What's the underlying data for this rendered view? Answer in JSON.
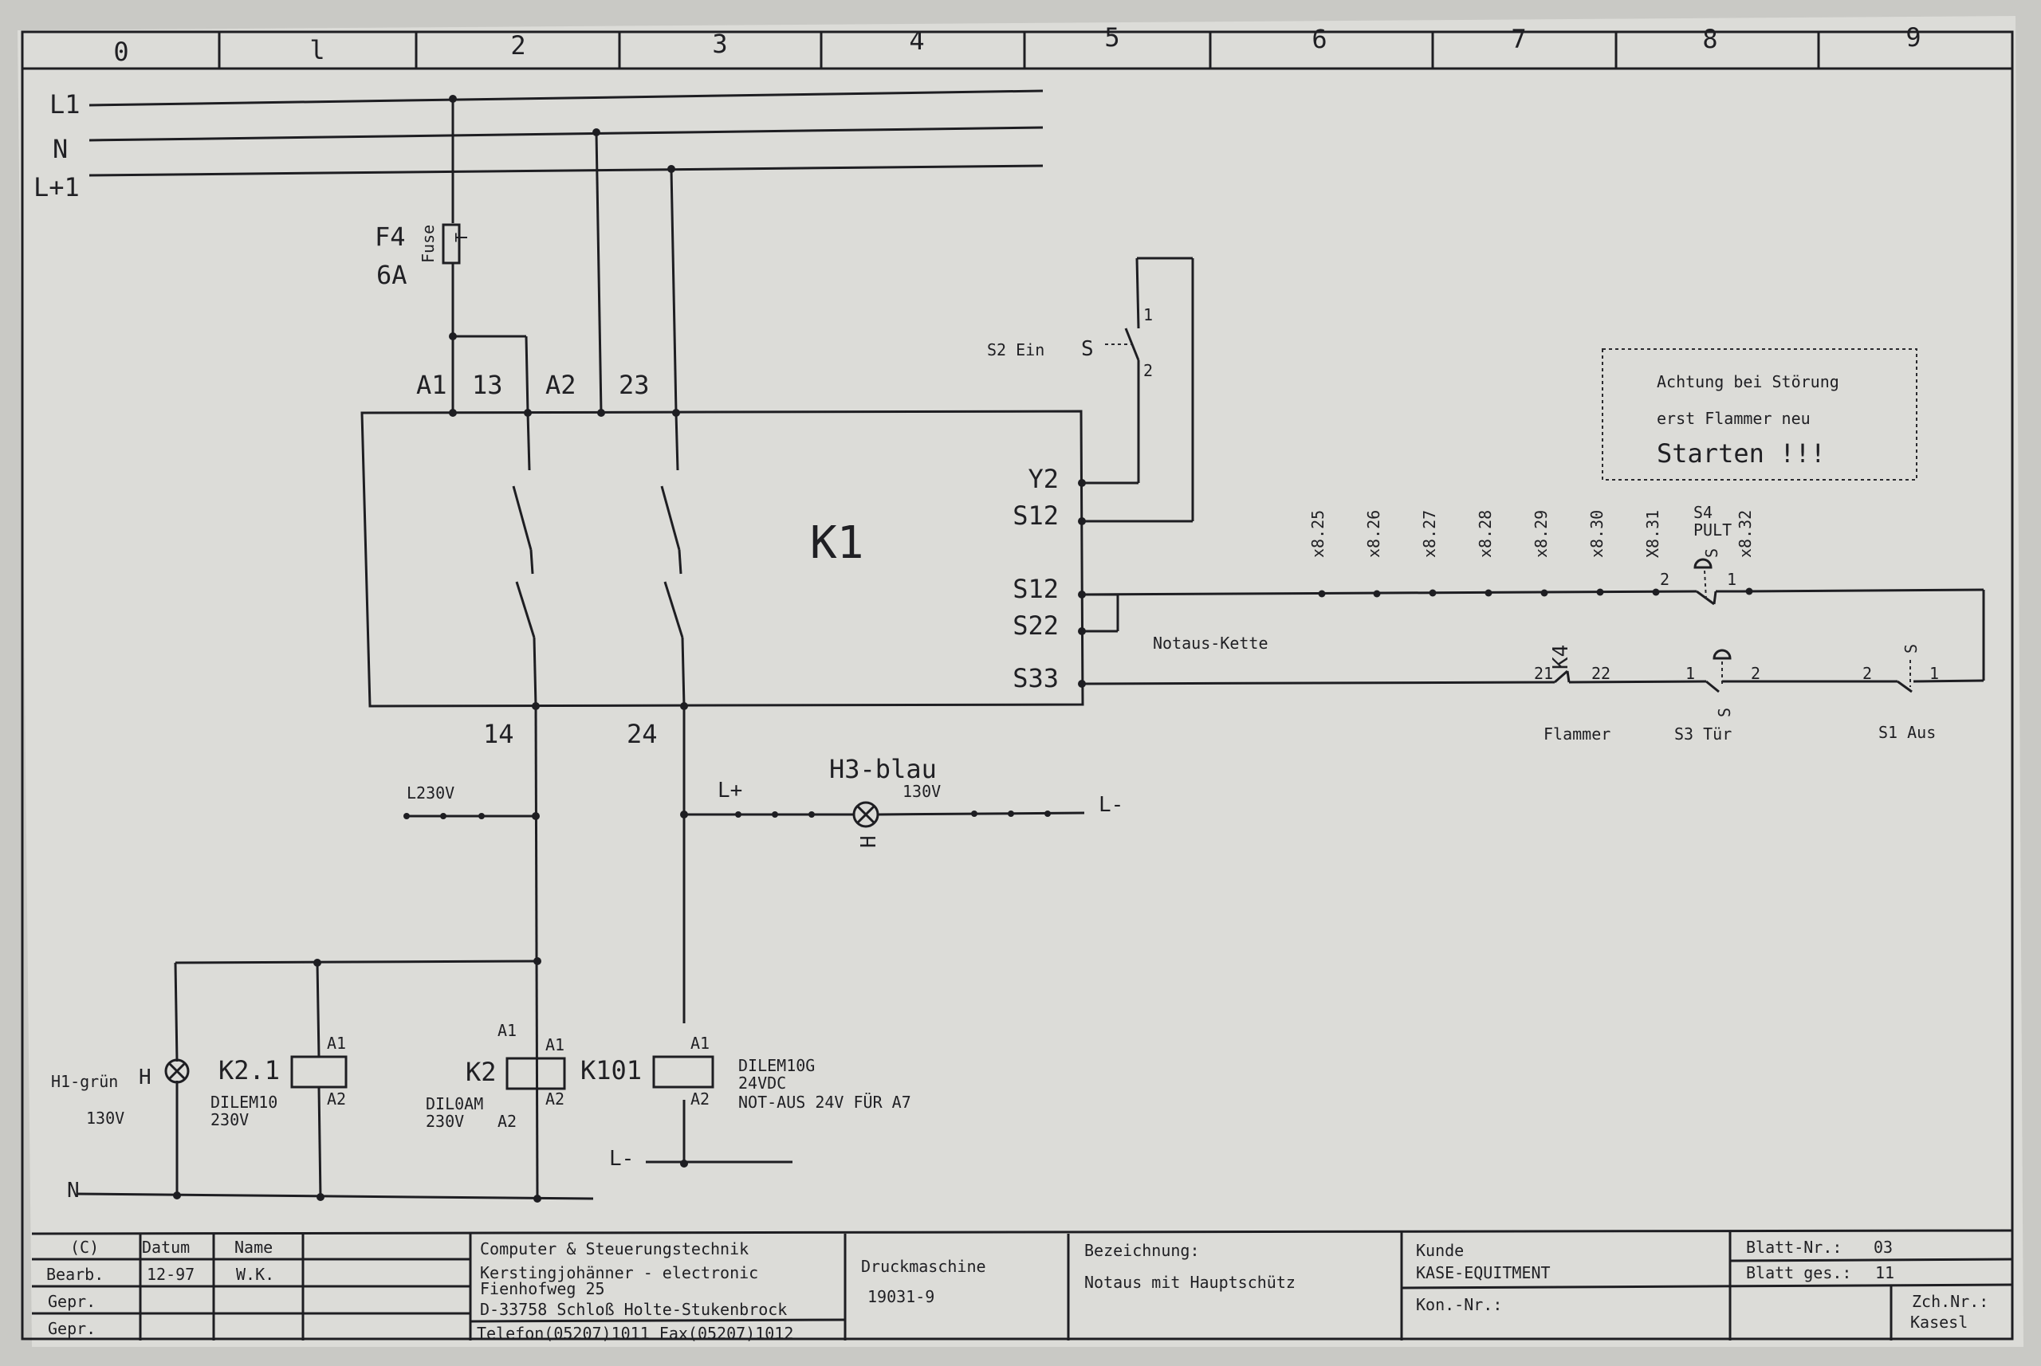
{
  "columns": [
    "0",
    "l",
    "2",
    "3",
    "4",
    "5",
    "6",
    "7",
    "8",
    "9"
  ],
  "rails": {
    "l1": "L1",
    "n": "N",
    "lp1": "L+1"
  },
  "fuse": {
    "id": "F4",
    "rating": "6A",
    "type": "Fuse",
    "code": "T"
  },
  "k1": {
    "name": "K1",
    "top_terminals": [
      "A1",
      "13",
      "A2",
      "23"
    ],
    "bottom_terminals": [
      "14",
      "24"
    ],
    "side_terminals": [
      "Y2",
      "S12",
      "S12",
      "S22",
      "S33"
    ]
  },
  "s2": {
    "label": "S2 Ein",
    "symbol": "S",
    "pin1": "1",
    "pin2": "2"
  },
  "note": {
    "line1": "Achtung bei Störung",
    "line2": "erst Flammer neu",
    "line3": "Starten !!!"
  },
  "terminals_x8": [
    "x8.25",
    "x8.26",
    "x8.27",
    "x8.28",
    "x8.29",
    "x8.30",
    "X8.31",
    "x8.32"
  ],
  "s4": {
    "line1": "S4",
    "line2": "PULT",
    "symbol": "S",
    "pin_left": "2",
    "pin_right": "1"
  },
  "notaus": "Notaus-Kette",
  "k4": {
    "label": "K4",
    "pin_left": "21",
    "pin_right": "22",
    "caption": "Flammer"
  },
  "s3": {
    "pin_left": "1",
    "pin_right": "2",
    "symbol": "S",
    "caption": "S3 Tür"
  },
  "s1": {
    "pin_left": "2",
    "pin_right": "1",
    "symbol": "S",
    "caption": "S1 Aus"
  },
  "l230v": "L230V",
  "lamp_h3": {
    "label": "H3-blau",
    "voltage": "130V",
    "lplus": "L+",
    "lminus": "L-",
    "code": "H"
  },
  "lamp_h1": {
    "label": "H1-grün",
    "code": "H",
    "voltage": "130V"
  },
  "coil_k21": {
    "label": "K2.1",
    "a1": "A1",
    "a2": "A2",
    "part": "DILEM10",
    "voltage": "230V"
  },
  "coil_k2": {
    "label": "K2",
    "a1": "A1",
    "a2": "A2",
    "part": "DIL0AM",
    "voltage": "230V"
  },
  "coil_k101": {
    "label": "K101",
    "a1": "A1",
    "a2": "A2",
    "part": "DILEM10G",
    "voltage": "24VDC",
    "note": "NOT-AUS 24V FÜR A7"
  },
  "bottom": {
    "lminus": "L-",
    "n": "N"
  },
  "titleblock": {
    "c": "(C)",
    "datum_h": "Datum",
    "name_h": "Name",
    "bearb": "Bearb.",
    "bearb_date": "12-97",
    "bearb_name": "W.K.",
    "gepr1": "Gepr.",
    "gepr2": "Gepr.",
    "company": [
      "Computer & Steuerungstechnik",
      "Kerstingjohänner - electronic",
      "Fienhofweg 25",
      "D-33758 Schloß Holte-Stukenbrock",
      "Telefon(05207)1011 Fax(05207)1012"
    ],
    "machine": "Druckmaschine",
    "machine_no": "19031-9",
    "bez_h": "Bezeichnung:",
    "bez": "Notaus mit Hauptschütz",
    "kunde_h": "Kunde",
    "kunde": "KASE-EQUITMENT",
    "kon": "Kon.-Nr.:",
    "blatt_nr_h": "Blatt-Nr.:",
    "blatt_nr": "03",
    "blatt_ges_h": "Blatt ges.:",
    "blatt_ges": "11",
    "zch_h": "Zch.Nr.:",
    "zch": "Kasesl"
  }
}
